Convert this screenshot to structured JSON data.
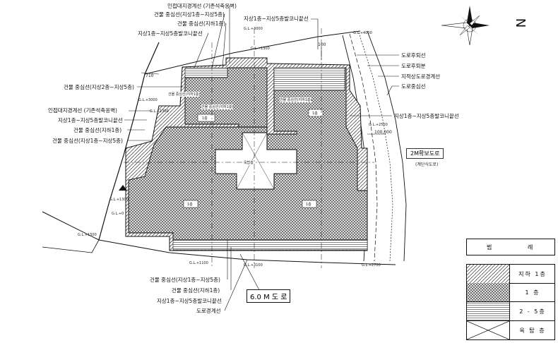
{
  "labels_left": [
    {
      "id": "adj-boundary-1",
      "text": "인접대지경계선 (기존석축옹벽)"
    },
    {
      "id": "bldg-center-1",
      "text": "건물 중심선(지상1층~지상5층)"
    },
    {
      "id": "bldg-center-2",
      "text": "건물 중심선(지하1층)"
    },
    {
      "id": "balcony-1",
      "text": "지상1층~지상5층발코니끝선"
    },
    {
      "id": "bldg-center-3",
      "text": "건물 중심선(지상2층~지상5층)"
    },
    {
      "id": "adj-boundary-2",
      "text": "인접대지경계선 (기존석축옹벽)"
    },
    {
      "id": "balcony-2",
      "text": "지상1층~지상5층발코니끝선"
    },
    {
      "id": "bldg-center-4",
      "text": "건물 중심선(지하1층)"
    },
    {
      "id": "bldg-center-5",
      "text": "건물 중심선(지상1층~지상5층)"
    }
  ],
  "labels_right": [
    {
      "id": "road-boundary-a",
      "text": "도로후퇴선"
    },
    {
      "id": "road-boundary-b",
      "text": "도로후퇴분"
    },
    {
      "id": "road-boundary-c",
      "text": "지적상도로경계선"
    },
    {
      "id": "road-center",
      "text": "도로중심선"
    },
    {
      "id": "balcony-right",
      "text": "지상1층~지상5층발코니끝선"
    }
  ],
  "labels_top": [
    {
      "id": "balcony-top",
      "text": "지상1층~지상5층발코니끝선"
    }
  ],
  "labels_bottom": [
    {
      "id": "bottom-1",
      "text": "건물 중심선(지상1층~지상5층)"
    },
    {
      "id": "bottom-2",
      "text": "건물 중심선(지하1층)"
    },
    {
      "id": "bottom-3",
      "text": "지상1층~지상5층발코니끝선"
    },
    {
      "id": "bottom-4",
      "text": "도로경계선"
    }
  ],
  "levels": [
    {
      "id": "gl-1",
      "text": "G.L.+3000"
    },
    {
      "id": "gl-2",
      "text": "G.L.+1300"
    },
    {
      "id": "gl-3",
      "text": "G.L.+4000"
    },
    {
      "id": "gl-4",
      "text": "G.L.+3000"
    },
    {
      "id": "gl-5",
      "text": "G.L.+1300"
    },
    {
      "id": "gl-6",
      "text": "G.L.+2500"
    },
    {
      "id": "gl-7",
      "text": "G.L.+1300"
    },
    {
      "id": "gl-8",
      "text": "G.L.+0"
    },
    {
      "id": "gl-9",
      "text": "G.L.+1500"
    },
    {
      "id": "gl-10",
      "text": "G.L.+1100"
    },
    {
      "id": "gl-11",
      "text": "G.L.+3100"
    },
    {
      "id": "gl-12",
      "text": "G.L.+2700"
    }
  ],
  "dims": {
    "d1": "710",
    "d2": "100",
    "d3": "100,000"
  },
  "room_tags": [
    "1층",
    "1층",
    "1층",
    "1층",
    "옥탑층"
  ],
  "room_tags_upper": [
    "건물 중심선(지하1층)",
    "건물 중심선(지하1층)",
    "건물 중심선(지하1층)"
  ],
  "roads": {
    "main": "6.0 M 도 로",
    "side": "2M확보도로",
    "side_sub": "(계단식도로)"
  },
  "north_label": "N",
  "legend": {
    "title_a": "범",
    "title_b": "례",
    "rows": [
      {
        "label": "지하 1층"
      },
      {
        "label": "1 층"
      },
      {
        "label": "2 - 5층"
      },
      {
        "label": "옥 탑 층"
      }
    ]
  }
}
